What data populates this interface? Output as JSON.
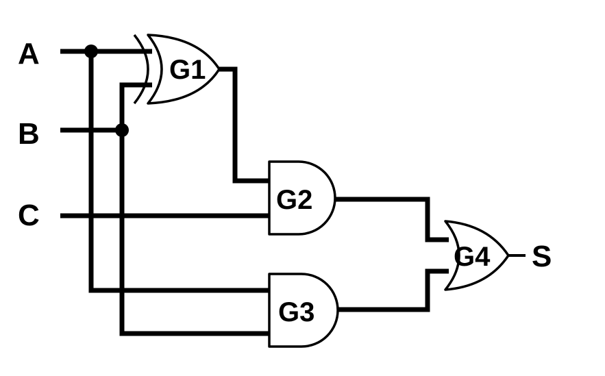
{
  "inputs": {
    "a": "A",
    "b": "B",
    "c": "C"
  },
  "output": "S",
  "gates": {
    "g1": "G1",
    "g2": "G2",
    "g3": "G3",
    "g4": "G4"
  },
  "colors": {
    "line": "#000000",
    "background": "#ffffff"
  }
}
